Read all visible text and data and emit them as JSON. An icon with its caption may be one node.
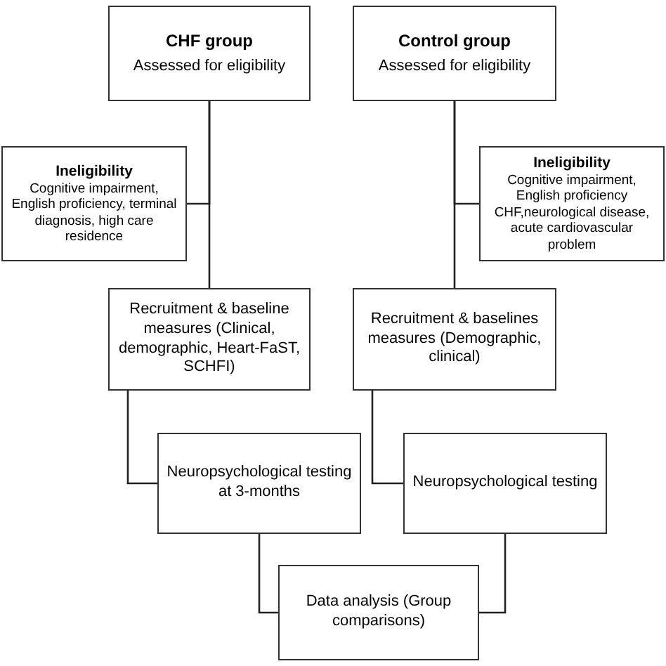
{
  "diagram": {
    "nodes": [
      {
        "text": [
          "CHF group",
          "Assessed for eligibility"
        ]
      },
      {
        "text": [
          "Control group",
          "Assessed for eligibility"
        ]
      },
      {
        "text": [
          "Ineligibility",
          "Cognitive impairment, English proficiency, terminal diagnosis, high care residence"
        ]
      },
      {
        "text": [
          "Ineligibility",
          "Cognitive impairment, English proficiency CHF,neurological disease, acute cardiovascular problem"
        ]
      },
      {
        "text": [
          "Recruitment & baseline measures (Clinical, demographic, Heart-FaST, SCHFI)"
        ]
      },
      {
        "text": [
          "Recruitment & baselines measures (Demographic, clinical)"
        ]
      },
      {
        "text": [
          "Neuropsychological testing at 3-months"
        ]
      },
      {
        "text": [
          "Neuropsychological testing"
        ]
      },
      {
        "text": [
          "Data analysis (Group comparisons)"
        ]
      }
    ],
    "edges": [
      {
        "from": 0,
        "to": 2,
        "arrow": "none"
      },
      {
        "from": 0,
        "to": 4,
        "arrow": "none"
      },
      {
        "from": 1,
        "to": 3,
        "arrow": "none"
      },
      {
        "from": 1,
        "to": 5,
        "arrow": "none"
      },
      {
        "from": 4,
        "to": 6,
        "arrow": "none"
      },
      {
        "from": 5,
        "to": 7,
        "arrow": "none"
      },
      {
        "from": 6,
        "to": 8,
        "arrow": "none"
      },
      {
        "from": 7,
        "to": 8,
        "arrow": "none"
      }
    ]
  }
}
